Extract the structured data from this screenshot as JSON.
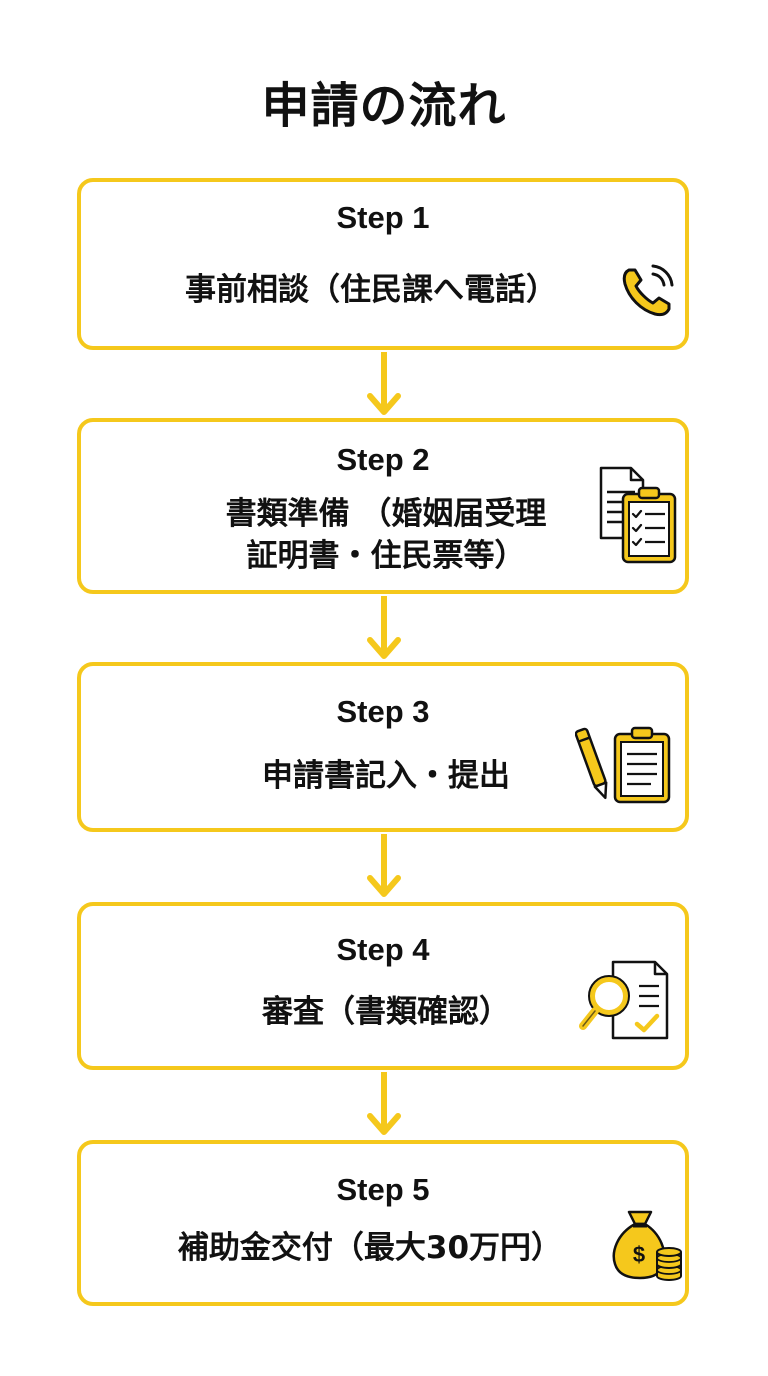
{
  "title": "申請の流れ",
  "colors": {
    "accent": "#F5C81C",
    "text": "#111111",
    "background": "#ffffff"
  },
  "steps": [
    {
      "label": "Step 1",
      "lines": [
        "事前相談（住民課へ電話）"
      ],
      "icon": "phone-icon"
    },
    {
      "label": "Step 2",
      "lines": [
        "書類準備 （婚姻届受理",
        "証明書・住民票等）"
      ],
      "icon": "documents-clipboard-icon"
    },
    {
      "label": "Step 3",
      "lines": [
        "申請書記入・提出"
      ],
      "icon": "pen-clipboard-icon"
    },
    {
      "label": "Step 4",
      "lines": [
        "審査（書類確認）"
      ],
      "icon": "magnifier-document-icon"
    },
    {
      "label": "Step 5",
      "lines": [
        "補助金交付（最大30万円）"
      ],
      "icon": "money-bag-icon"
    }
  ]
}
